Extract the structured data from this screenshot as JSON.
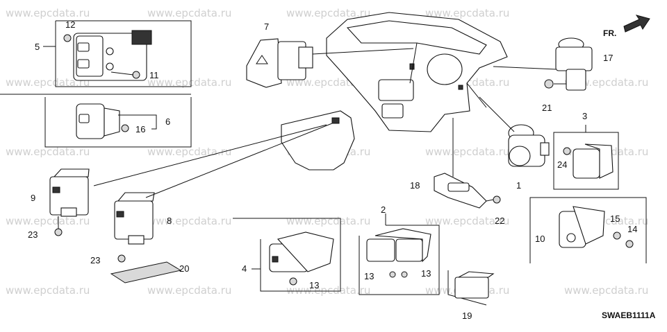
{
  "watermark": "www.epcdata.ru",
  "diagram_code": "SWAEB1111A",
  "direction_label": "FR.",
  "callouts": {
    "c1": "1",
    "c2": "2",
    "c3": "3",
    "c4": "4",
    "c5": "5",
    "c6": "6",
    "c7": "7",
    "c8": "8",
    "c9": "9",
    "c10": "10",
    "c11": "11",
    "c12": "12",
    "c13a": "13",
    "c13b": "13",
    "c13c": "13",
    "c14": "14",
    "c15": "15",
    "c16": "16",
    "c17": "17",
    "c18": "18",
    "c19": "19",
    "c20": "20",
    "c21": "21",
    "c22": "22",
    "c23a": "23",
    "c23b": "23",
    "c24": "24"
  }
}
